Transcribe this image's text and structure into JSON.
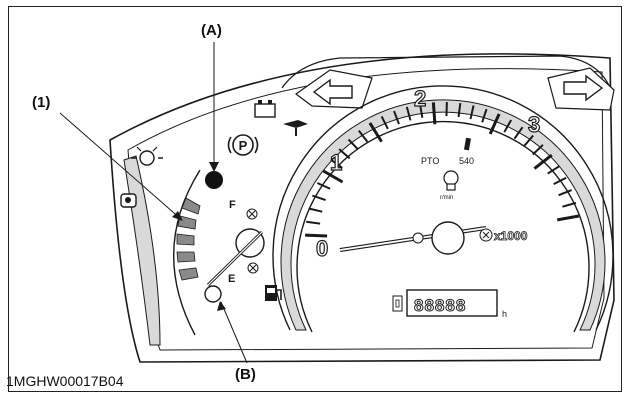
{
  "figure_id": "1MGHW00017B04",
  "callouts": {
    "a": "(A)",
    "b": "(B)",
    "one": "(1)"
  },
  "fuel_gauge": {
    "full_label": "F",
    "empty_label": "E"
  },
  "tachometer": {
    "scale_labels": [
      "0",
      "1",
      "2",
      "3"
    ],
    "multiplier": "x1000",
    "pto_label": "PTO",
    "pto_speed": "540",
    "pto_unit": "r/min"
  },
  "hour_meter": {
    "digits": "88888",
    "unit": "h"
  },
  "colors": {
    "line": "#1a1a1a",
    "band": "#8a8a8a",
    "shade": "#d9d9d9"
  },
  "icons": {
    "left_turn": "left-turn-arrow-icon",
    "right_turn": "right-turn-arrow-icon",
    "battery": "battery-charge-icon",
    "oil": "oil-pressure-icon",
    "parking": "parking-brake-icon",
    "glow": "glow-plug-icon",
    "coolant": "coolant-temperature-icon",
    "fuel": "fuel-pump-icon"
  }
}
